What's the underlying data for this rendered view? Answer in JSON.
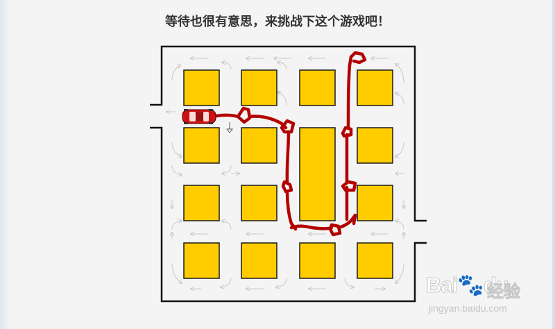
{
  "title": "等待也很有意思，来挑战下这个游戏吧！",
  "watermark": {
    "logo": "Bai",
    "logo_suffix": "du",
    "product": "经验",
    "url": "jingyan.baidu.com"
  },
  "colors": {
    "block_fill": "#ffcc00",
    "block_stroke": "#1a1a1a",
    "wall": "#111111",
    "path": "#b30000",
    "car": "#cc1111",
    "arrow": "#c8c8c8",
    "background": "#f4f4f4"
  },
  "grid": {
    "rows": 4,
    "cols": 4,
    "merged_block": "rows 2-3, column 3"
  },
  "icons": [
    "car-icon",
    "down-arrow-icon",
    "direction-arrow-icon"
  ]
}
